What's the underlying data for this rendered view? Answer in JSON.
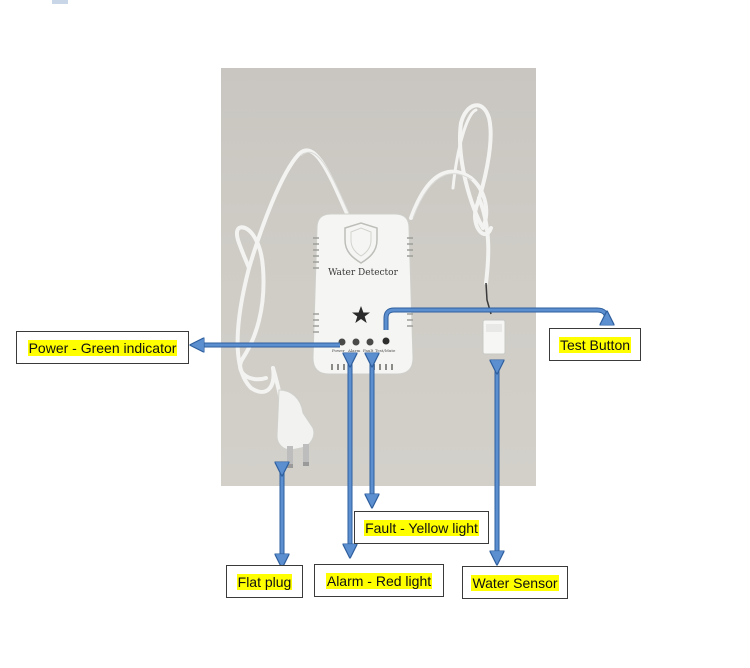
{
  "device": {
    "label": "Water Detector",
    "indicator_labels": [
      "Power",
      "Alarm",
      "Fault",
      "Test/Mute"
    ]
  },
  "callouts": {
    "power": "Power - Green indicator",
    "test_button": "Test Button",
    "fault": "Fault - Yellow light",
    "flat_plug": "Flat plug",
    "alarm": "Alarm - Red light",
    "water_sensor": "Water Sensor"
  },
  "colors": {
    "arrow": "#5b8fd0",
    "arrow_outline": "#2f5f9e",
    "highlight": "#ffff00",
    "photo_bg": "#cdcac4",
    "device_body": "#f4f4f2"
  }
}
